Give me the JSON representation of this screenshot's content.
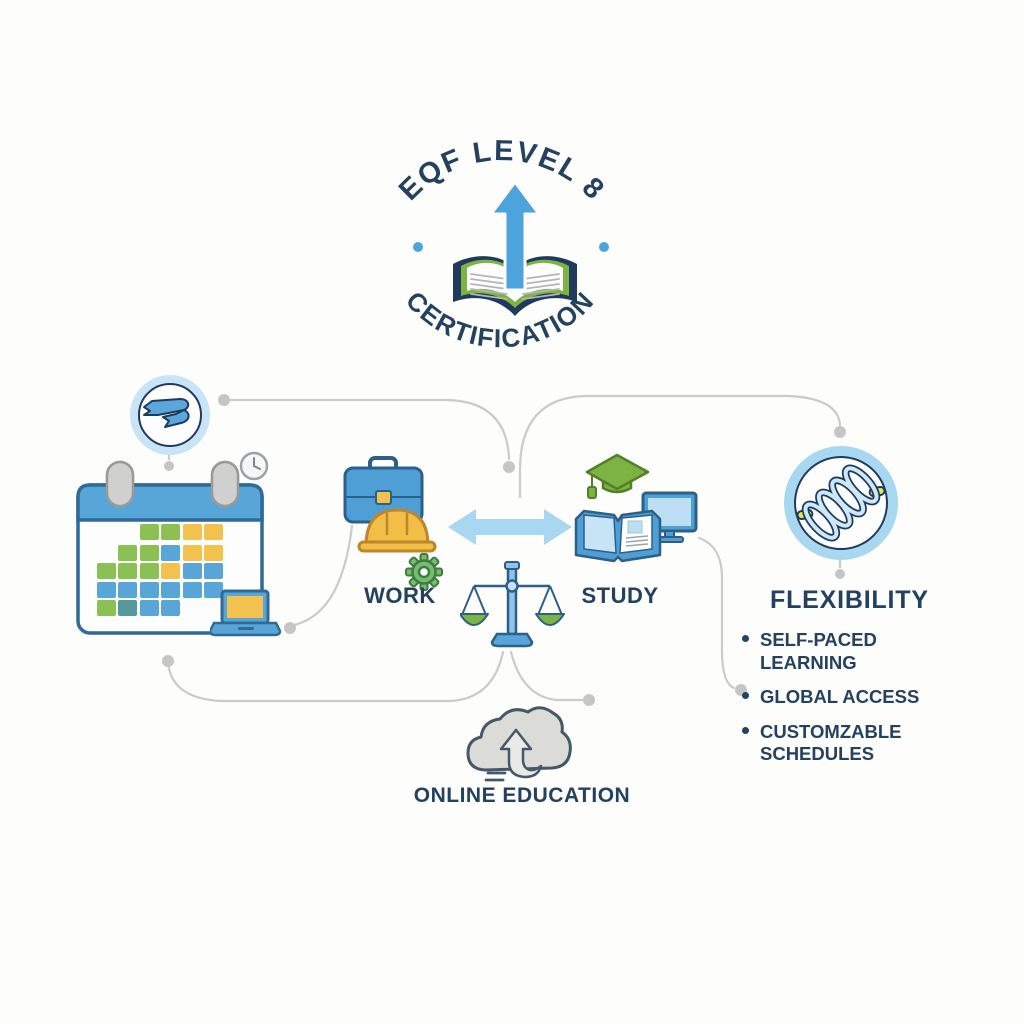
{
  "badge": {
    "arc_top": "EQF LEVEL 8",
    "arc_bottom": "CERTIFICATION",
    "icon": "open-book-with-up-arrow"
  },
  "nodes": {
    "schedule": {
      "icons": [
        "ribbon-badge",
        "clock",
        "calendar",
        "laptop"
      ]
    },
    "work": {
      "label": "WORK",
      "icons": [
        "briefcase",
        "hard-hat",
        "gear"
      ]
    },
    "study": {
      "label": "STUDY",
      "icons": [
        "graduation-cap",
        "open-book",
        "monitor"
      ]
    },
    "balance": {
      "icon": "balance-scale"
    },
    "online_education": {
      "label": "ONLINE EDUCATION",
      "icon": "cloud-upload-arrow"
    },
    "flexibility": {
      "title": "FLEXIBILITY",
      "icon": "spring-coil",
      "bullets": [
        "SELF-PACED LEARNING",
        "GLOBAL ACCESS",
        "CUSTOMZABLE SCHEDULES"
      ]
    }
  },
  "colors": {
    "navy_text": "#24425F",
    "navy_outline": "#1F3A5C",
    "blue": "#4D9FD6",
    "blue_outline": "#2C5F8A",
    "light_blue": "#A9D6F0",
    "pale_blue_ring": "#A8D8F0",
    "green": "#7CB342",
    "yellow": "#F2C14E",
    "teal": "#55989B",
    "gray_line": "#CBCBCB",
    "cloud_gray": "#DBDBD8",
    "cloud_outline": "#44586A"
  }
}
